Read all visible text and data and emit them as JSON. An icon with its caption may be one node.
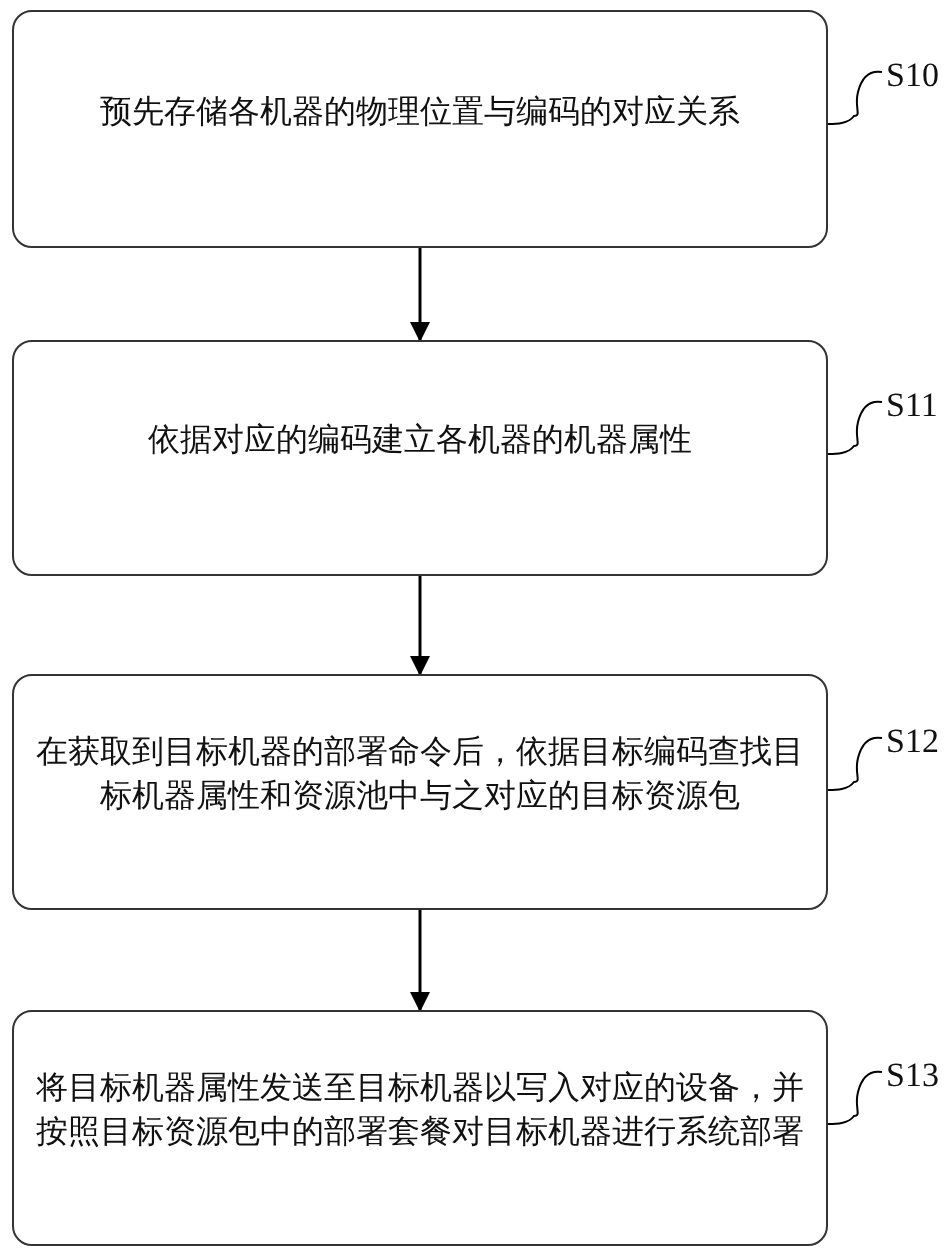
{
  "diagram": {
    "nodes": [
      {
        "text": [
          "预先存储各机器的物理位置与编码的对应关系"
        ]
      },
      {
        "text": [
          "依据对应的编码建立各机器的机器属性"
        ]
      },
      {
        "text": [
          "在获取到目标机器的部署命令后，依据目标编码查找目标机器属性和资源池中与之对应的目标资源包"
        ]
      },
      {
        "text": [
          "将目标机器属性发送至目标机器以写入对应的设备，并按照目标资源包中的部署套餐对目标机器进行系统部署"
        ]
      },
      {
        "text": [
          "S10"
        ]
      },
      {
        "text": [
          "S11"
        ]
      },
      {
        "text": [
          "S12"
        ]
      },
      {
        "text": [
          "S13"
        ]
      }
    ],
    "edges": [
      {
        "from": 0,
        "to": 1,
        "arrow": "to"
      },
      {
        "from": 1,
        "to": 2,
        "arrow": "to"
      },
      {
        "from": 2,
        "to": 3,
        "arrow": "to"
      },
      {
        "from": 4,
        "to": 0,
        "arrow": "none"
      },
      {
        "from": 5,
        "to": 1,
        "arrow": "none"
      },
      {
        "from": 6,
        "to": 2,
        "arrow": "none"
      },
      {
        "from": 7,
        "to": 3,
        "arrow": "none"
      }
    ]
  }
}
